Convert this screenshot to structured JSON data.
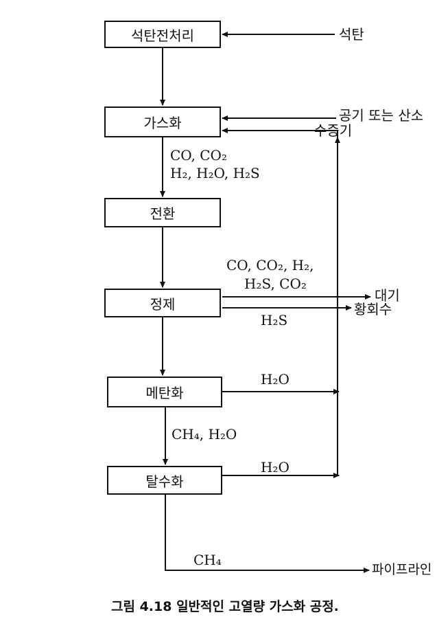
{
  "boxes": {
    "pretreatment": "석탄전처리",
    "gasification": "가스화",
    "shift": "전환",
    "purification": "정제",
    "methanation": "메탄화",
    "dehydration": "탈수화"
  },
  "inputs": {
    "coal": "석탄",
    "air_oxygen": "공기 또는 산소",
    "steam": "수증기"
  },
  "streams": {
    "gas_out_line1": "CO, CO₂",
    "gas_out_line2": "H₂, H₂O, H₂S",
    "vent_line1": "CO, CO₂, H₂,",
    "vent_line2": "H₂S, CO₂",
    "h2s": "H₂S",
    "meth_water": "H₂O",
    "ch4_h2o": "CH₄, H₂O",
    "dehyd_water": "H₂O",
    "ch4": "CH₄"
  },
  "outputs": {
    "atmosphere": "대기",
    "sulfur_recovery": "황회수",
    "pipeline": "파이프라인"
  },
  "caption": "그림 4.18  일반적인 고열량 가스화 공정."
}
